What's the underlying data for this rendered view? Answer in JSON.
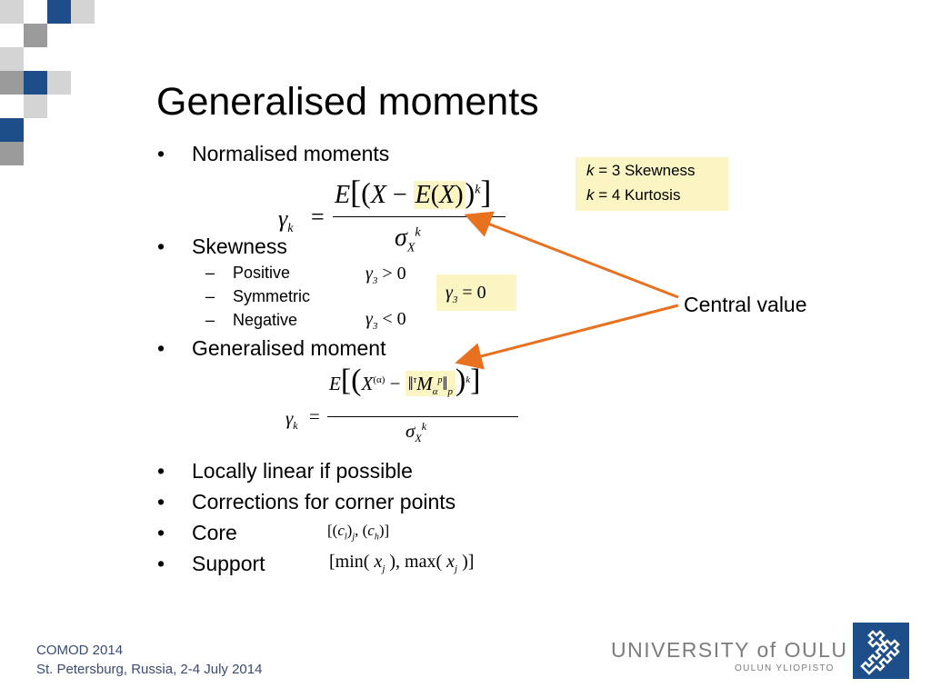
{
  "slide": {
    "title": "Generalised moments",
    "bullets": {
      "normalised": "Normalised moments",
      "skewness": "Skewness",
      "generalised": "Generalised moment",
      "locally_linear": "Locally linear if possible",
      "corrections": "Corrections for corner points",
      "core": "Core",
      "support": "Support"
    },
    "skew_items": {
      "positive": "Positive",
      "symmetric": "Symmetric",
      "negative": "Negative"
    },
    "skew_conditions": {
      "positive": "> 0",
      "symmetric": "= 0",
      "negative": "< 0"
    },
    "kbox": {
      "line1_k": "k",
      "line1_rest": " = 3  Skewness",
      "line2_k": "k",
      "line2_rest": " = 4  Kurtosis"
    },
    "central_value": "Central value",
    "formulas": {
      "gamma_k": "γ",
      "equals": "=",
      "core_expr": "[(c",
      "support_expr": "[min(x"
    }
  },
  "footer": {
    "event": "COMOD 2014",
    "location": "St. Petersburg, Russia, 2-4 July 2014"
  },
  "branding": {
    "university": "UNIVERSITY of OULU",
    "university_fi": "OULUN YLIOPISTO"
  },
  "colors": {
    "accent_blue": "#1d4e89",
    "grey_square": "#9b9b9b",
    "light_square": "#d4d4d4",
    "highlight": "#fbf5c4",
    "arrow": "#e8711f",
    "footer_text": "#3c4a73"
  }
}
